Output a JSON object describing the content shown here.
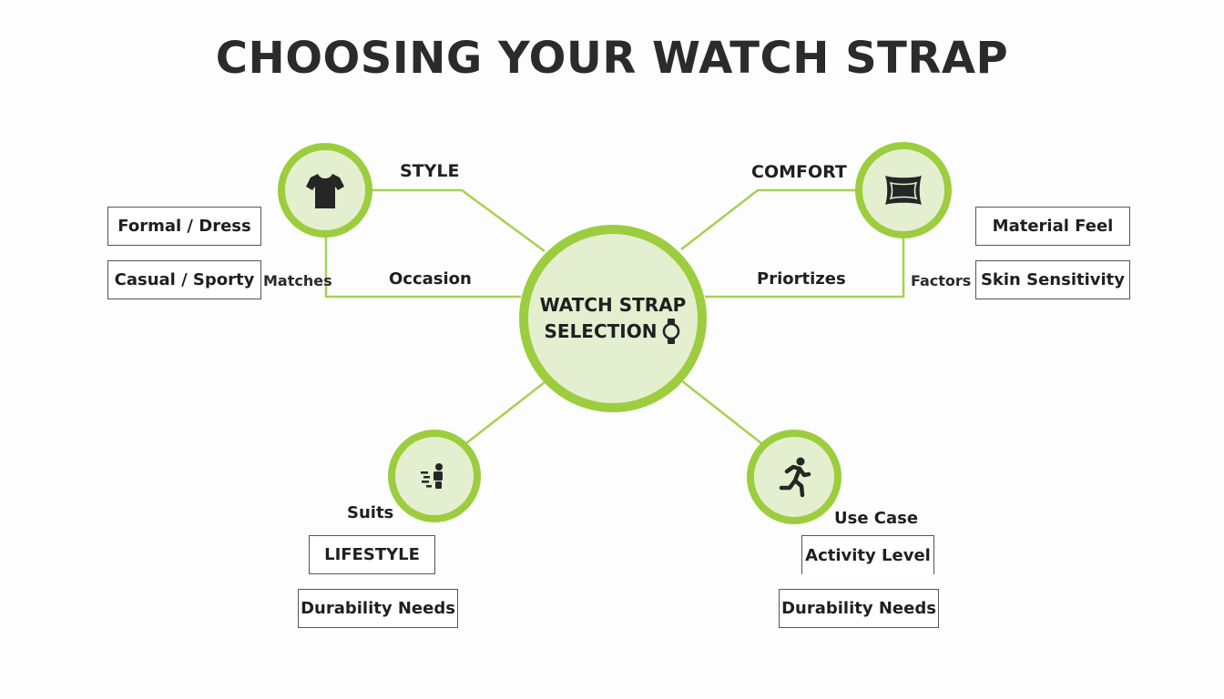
{
  "title": "CHOOSING YOUR WATCH STRAP",
  "center": {
    "line1": "WATCH STRAP",
    "line2": "SELECTION",
    "icon": "watch-icon"
  },
  "colors": {
    "accent": "#9ccd3e",
    "node_fill": "#e4efcf",
    "text": "#1f1f1f"
  },
  "branches": {
    "style": {
      "label": "STYLE",
      "edge_label": "Occasion",
      "connector_label": "Matches",
      "icon": "tshirt-icon",
      "items": [
        "Formal / Dress",
        "Casual / Sporty"
      ]
    },
    "comfort": {
      "label": "COMFORT",
      "edge_label": "Priortizes",
      "connector_label": "Factors",
      "icon": "pillow-icon",
      "items": [
        "Material Feel",
        "Skin Sensitivity"
      ]
    },
    "lifestyle": {
      "edge_label": "Suits",
      "icon": "activity-icon",
      "items": [
        "LIFESTYLE",
        "Durability Needs"
      ]
    },
    "activity": {
      "edge_label": "Use Case",
      "icon": "running-person-icon",
      "items": [
        "Activity Level",
        "Durability Needs"
      ]
    }
  }
}
